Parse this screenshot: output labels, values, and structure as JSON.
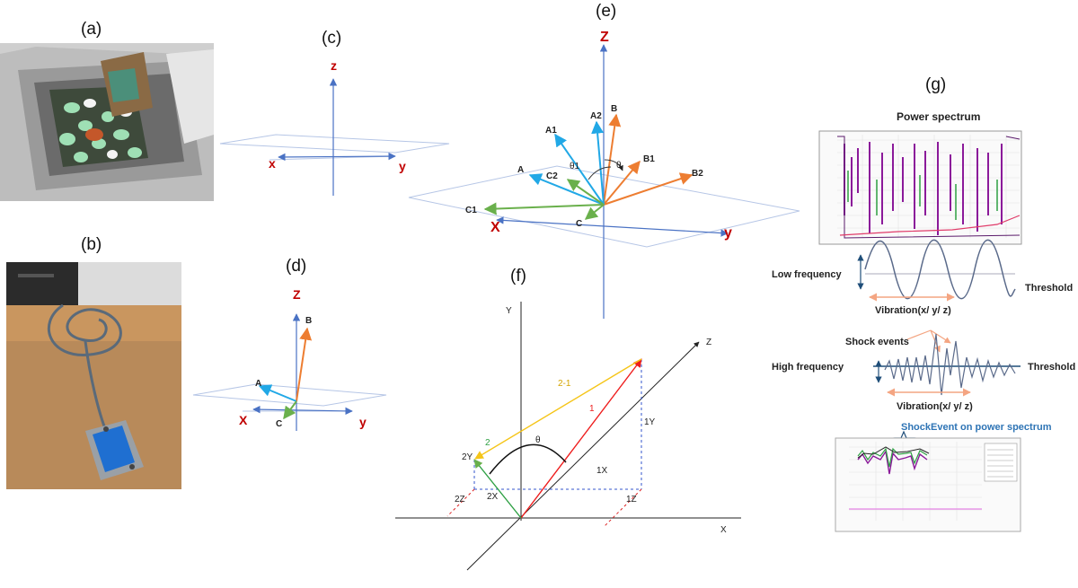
{
  "panels": {
    "a": {
      "label": "(a)"
    },
    "b": {
      "label": "(b)"
    },
    "c": {
      "label": "(c)",
      "axis_z": "z",
      "axis_x": "x",
      "axis_y": "y"
    },
    "d": {
      "label": "(d)",
      "axis_z": "Z",
      "axis_x": "X",
      "axis_y": "y",
      "vec_a": "A",
      "vec_b": "B",
      "vec_c": "C"
    },
    "e": {
      "label": "(e)",
      "axis_z": "Z",
      "axis_x": "X",
      "axis_y": "y",
      "vec_a": "A",
      "vec_a1": "A1",
      "vec_a2": "A2",
      "vec_b": "B",
      "vec_b1": "B1",
      "vec_b2": "B2",
      "vec_c": "C",
      "vec_c1": "C1",
      "vec_c2": "C2",
      "theta": "θ",
      "theta1": "θ1"
    },
    "f": {
      "label": "(f)",
      "axis_y": "Y",
      "axis_z": "Z",
      "axis_x": "X",
      "vec_1": "1",
      "vec_2": "2",
      "vec_21": "2-1",
      "theta": "θ",
      "c_1y": "1Y",
      "c_1x": "1X",
      "c_1z": "1Z",
      "c_2y": "2Y",
      "c_2x": "2X",
      "c_2z": "2Z"
    },
    "g": {
      "label": "(g)",
      "title": "Power spectrum",
      "low_freq": "Low frequency",
      "high_freq": "High frequency",
      "threshold": "Threshold",
      "vibration": "Vibration(x/ y/ z)",
      "shock_events": "Shock events",
      "shock_on_spectrum": "ShockEvent on power spectrum"
    }
  },
  "colors": {
    "blue_axis": "#4a72c4",
    "red_label": "#c00000",
    "cyan_vec": "#21a8e6",
    "orange_vec": "#ed7d31",
    "green_vec": "#6ab04c",
    "red_vec": "#ee1c1c",
    "yellow_vec": "#f5c518",
    "purple": "#8b1a9a"
  }
}
